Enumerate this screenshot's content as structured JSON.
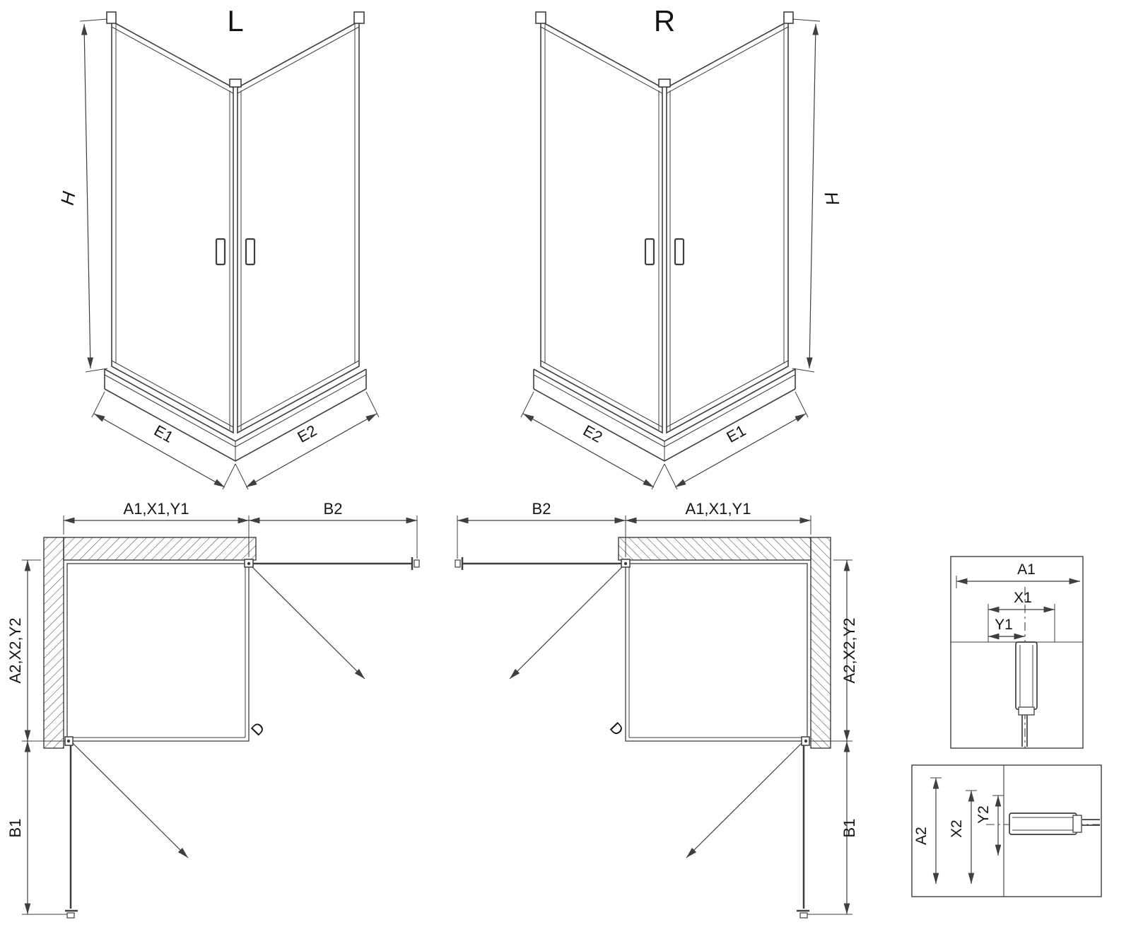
{
  "page": {
    "background": "#ffffff",
    "line_color": "#3f3f3f",
    "hatch_color": "#4a4a4a"
  },
  "views": {
    "perspective_left": {
      "title": "L",
      "dim_height": "H",
      "dim_bottom_left": "E1",
      "dim_bottom_right": "E2"
    },
    "perspective_right": {
      "title": "R",
      "dim_height": "H",
      "dim_bottom_left": "E2",
      "dim_bottom_right": "E1"
    },
    "plan_left": {
      "dim_top_left": "A1,X1,Y1",
      "dim_top_right": "B2",
      "dim_side_upper": "A2,X2,Y2",
      "dim_side_lower": "B1",
      "dim_diagonal": "D"
    },
    "plan_right": {
      "dim_top_left": "B2",
      "dim_top_right": "A1,X1,Y1",
      "dim_side_upper": "A2,X2,Y2",
      "dim_side_lower": "B1",
      "dim_diagonal": "D"
    },
    "detail_top": {
      "dim_outer": "A1",
      "dim_mid": "X1",
      "dim_inner": "Y1"
    },
    "detail_bottom": {
      "dim_outer": "A2",
      "dim_mid": "X2",
      "dim_inner": "Y2"
    }
  }
}
